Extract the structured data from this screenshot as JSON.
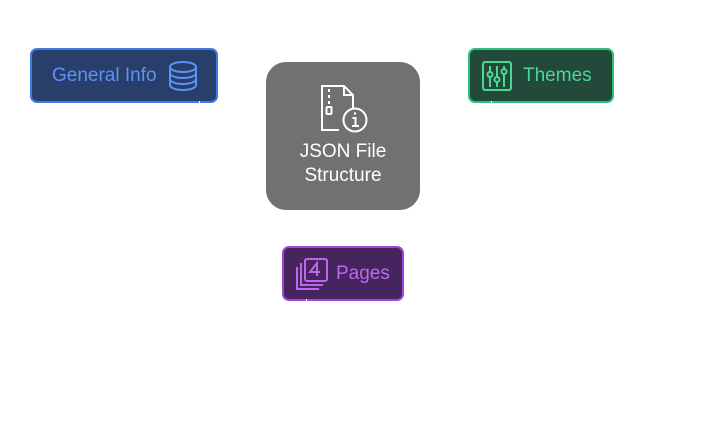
{
  "diagram": {
    "center": {
      "label": "JSON File\nStructure",
      "icon": "file-info-icon",
      "color": "#717171"
    },
    "nodes": [
      {
        "id": "general",
        "label": "General Info",
        "icon": "database-icon",
        "color": "#3f7ae2"
      },
      {
        "id": "themes",
        "label": "Themes",
        "icon": "sliders-icon",
        "color": "#2cc07a"
      },
      {
        "id": "pages",
        "label": "Pages",
        "icon": "pages-stack-icon",
        "color": "#a545d8"
      }
    ]
  }
}
